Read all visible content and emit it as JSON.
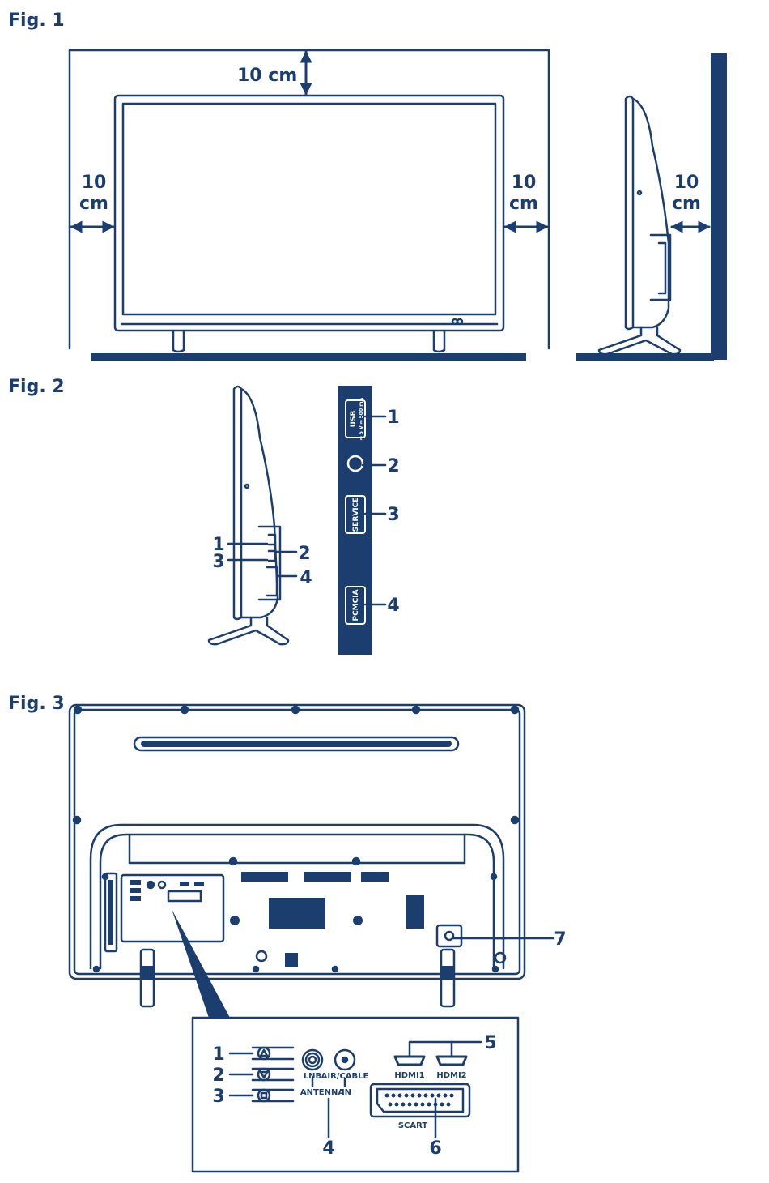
{
  "colors": {
    "ink": "#1b3e6e",
    "paper": "#ffffff"
  },
  "fig1": {
    "label": "Fig. 1",
    "top_clearance": "10 cm",
    "left_value": "10",
    "left_unit": "cm",
    "right_value": "10",
    "right_unit": "cm",
    "rear_value": "10",
    "rear_unit": "cm"
  },
  "fig2": {
    "label": "Fig. 2",
    "callouts": [
      "1",
      "2",
      "3",
      "4"
    ],
    "panel": {
      "usb": "USB",
      "usb_rating": "⎓ 5 V ⎓ 500 mA",
      "service": "SERVICE",
      "pcmcia": "PCMCIA"
    }
  },
  "fig3": {
    "label": "Fig. 3",
    "callouts": [
      "1",
      "2",
      "3",
      "4",
      "5",
      "6",
      "7"
    ],
    "ports": {
      "lnb": "LNB",
      "air_cable": "AIR/CABLE",
      "antenna": "ANTENNA",
      "in": "IN",
      "hdmi1": "HDMI1",
      "hdmi2": "HDMI2",
      "scart": "SCART"
    }
  }
}
